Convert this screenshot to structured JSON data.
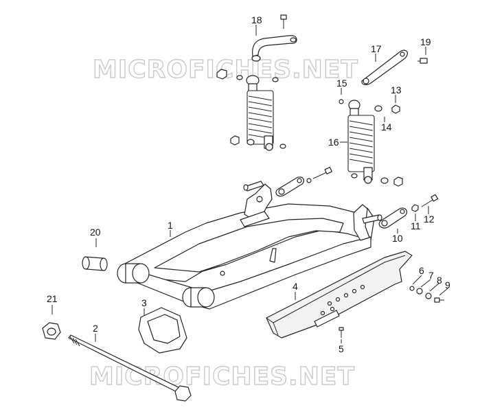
{
  "watermark": {
    "top_text": "MICROFICHES.NET",
    "bottom_text": "MICROFICHES.NET"
  },
  "callouts": [
    {
      "id": "1",
      "label": "1"
    },
    {
      "id": "2",
      "label": "2"
    },
    {
      "id": "3",
      "label": "3"
    },
    {
      "id": "4",
      "label": "4"
    },
    {
      "id": "5",
      "label": "5"
    },
    {
      "id": "6",
      "label": "6"
    },
    {
      "id": "7",
      "label": "7"
    },
    {
      "id": "8",
      "label": "8"
    },
    {
      "id": "9",
      "label": "9"
    },
    {
      "id": "10",
      "label": "10"
    },
    {
      "id": "11",
      "label": "11"
    },
    {
      "id": "12",
      "label": "12"
    },
    {
      "id": "13",
      "label": "13"
    },
    {
      "id": "14",
      "label": "14"
    },
    {
      "id": "15",
      "label": "15"
    },
    {
      "id": "16",
      "label": "16"
    },
    {
      "id": "17",
      "label": "17"
    },
    {
      "id": "18",
      "label": "18"
    },
    {
      "id": "19",
      "label": "19"
    },
    {
      "id": "20",
      "label": "20"
    },
    {
      "id": "21",
      "label": "21"
    }
  ]
}
